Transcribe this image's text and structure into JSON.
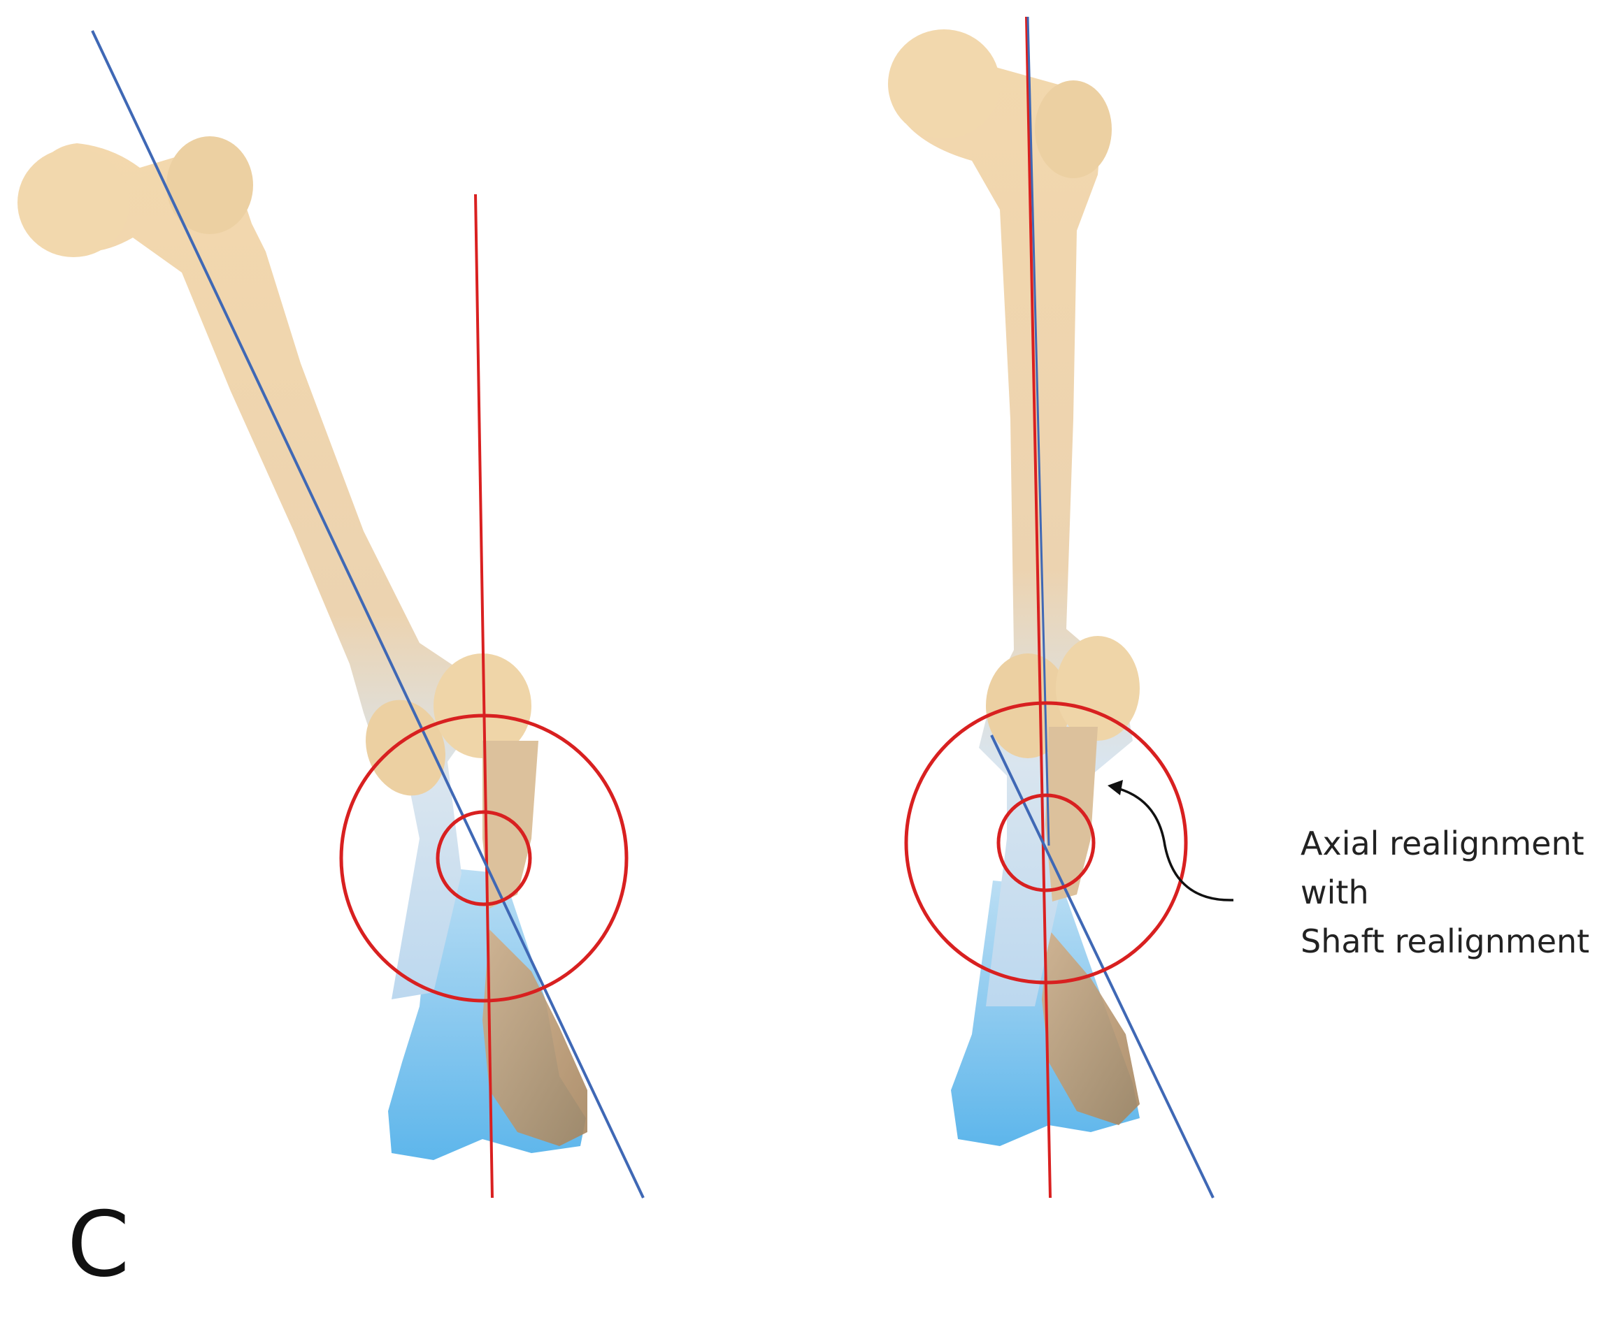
{
  "panel_label": "C",
  "annotation": {
    "lines": [
      "Axial realignment",
      "with",
      "Shaft realignment"
    ]
  },
  "colors": {
    "background": "#ffffff",
    "bone_light": "#f2d8ad",
    "bone_mid": "#e7c391",
    "bone_shadow": "#c4a37a",
    "cut_blue": "#69b8ea",
    "vertical_axis_line": "#d92020",
    "shaft_axis_line": "#3f68b5",
    "target_circles": "#d82020",
    "arrow": "#111111"
  },
  "icons": [
    "femur-bone-illustration",
    "curved-arrow-icon"
  ]
}
